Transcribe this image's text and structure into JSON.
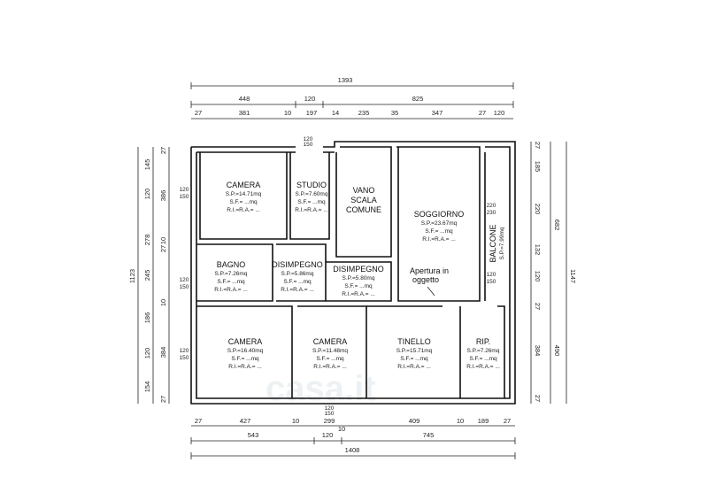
{
  "top_dims": {
    "overall": "1393",
    "row2": [
      "448",
      "120",
      "825"
    ],
    "row3": [
      "27",
      "381",
      "10",
      "197",
      "14",
      "235",
      "35",
      "347",
      "27",
      "120"
    ]
  },
  "bottom_dims": {
    "row1": [
      "27",
      "427",
      "10",
      "299",
      "10",
      "409",
      "10",
      "189",
      "27"
    ],
    "row2": [
      "543",
      "120",
      "745"
    ],
    "overall": "1408"
  },
  "left_dims": {
    "overall": "1123",
    "outer": [
      "145",
      "120",
      "278",
      "245",
      "186",
      "120",
      "154"
    ],
    "inner": [
      "27",
      "386",
      "10",
      "27",
      "10",
      "384",
      "27"
    ]
  },
  "right_dims": {
    "overall": "1147",
    "col2": [
      "682",
      "490"
    ],
    "col1": [
      "27",
      "185",
      "220",
      "132",
      "120",
      "27",
      "384",
      "27"
    ]
  },
  "openings": {
    "studio_top": [
      "120",
      "150"
    ],
    "camera1_left": [
      "120",
      "150"
    ],
    "bagno_left": [
      "120",
      "150"
    ],
    "camera3_left": [
      "120",
      "150"
    ],
    "soggiorno_right": [
      "220",
      "230"
    ],
    "balcone_right": [
      "120",
      "150"
    ],
    "camera_bottom": [
      "120",
      "150"
    ]
  },
  "rooms": [
    {
      "name": "CAMERA",
      "sp": "S.P.=14.71mq",
      "sf": "S.F.= ...mq",
      "ri": "R.I.=R.A.= ..."
    },
    {
      "name": "STUDIO",
      "sp": "S.P.=7.60mq",
      "sf": "S.F.= ...mq",
      "ri": "R.I.=R.A.= ..."
    },
    {
      "name_lines": [
        "VANO",
        "SCALA",
        "COMUNE"
      ]
    },
    {
      "name": "SOGGIORNO",
      "sp": "S.P.=23.67mq",
      "sf": "S.F.= ...mq",
      "ri": "R.I.=R.A.= ..."
    },
    {
      "name": "BALCONE",
      "sp": "S.P.=7.99mq"
    },
    {
      "name": "BAGNO",
      "sp": "S.P.=7.26mq",
      "sf": "S.F.= ...mq",
      "ri": "R.I.=R.A.= ..."
    },
    {
      "name": "DISIMPEGNO",
      "sp": "S.P.=5.86mq",
      "sf": "S.F.= ...mq",
      "ri": "R.I.=R.A.= ..."
    },
    {
      "name": "DISIMPEGNO",
      "sp": "S.P.=5.80mq",
      "sf": "S.F.= ...mq",
      "ri": "R.I.=R.A.= ..."
    },
    {
      "name": "CAMERA",
      "sp": "S.P.=16.40mq",
      "sf": "S.F.= ...mq",
      "ri": "R.I.=R.A.= ..."
    },
    {
      "name": "CAMERA",
      "sp": "S.P.=11.48mq",
      "sf": "S.F.= ...mq",
      "ri": "R.I.=R.A.= ..."
    },
    {
      "name": "TINELLO",
      "sp": "S.P.=15.71mq",
      "sf": "S.F.= ...mq",
      "ri": "R.I.=R.A.= ..."
    },
    {
      "name": "RIP.",
      "sp": "S.P.=7.26mq",
      "sf": "S.F.= ...mq",
      "ri": "R.I.=R.A.= ..."
    }
  ],
  "annotation": [
    "Apertura in",
    "oggetto"
  ],
  "watermark": "casa.it"
}
